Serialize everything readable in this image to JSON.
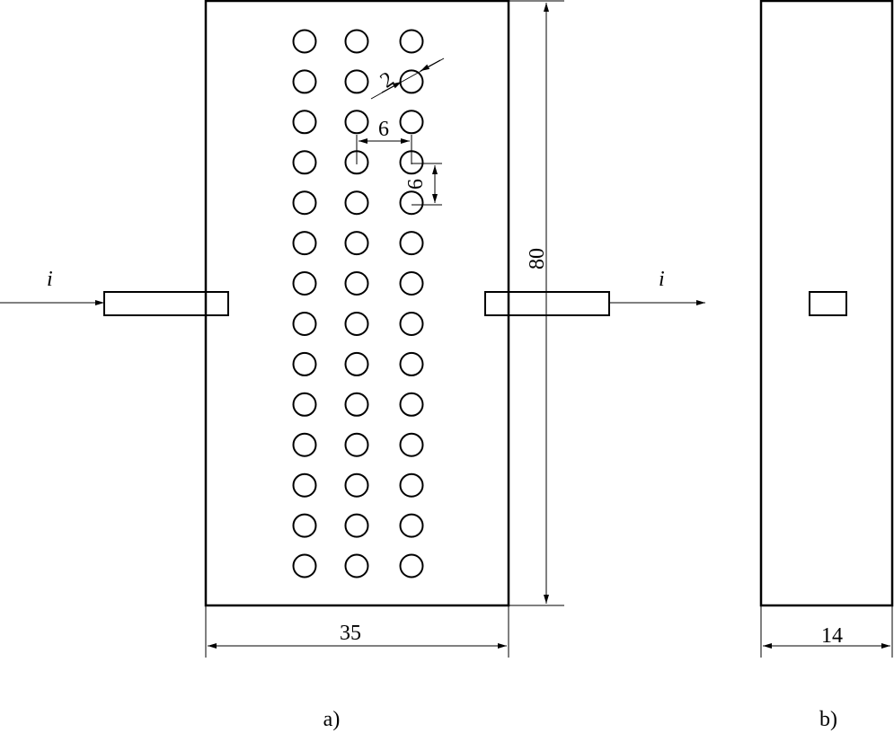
{
  "figure_a": {
    "hole_columns": 3,
    "hole_rows": 14,
    "dimensions": {
      "hole_diameter": "2",
      "hole_spacing_horizontal": "6",
      "hole_spacing_vertical": "6",
      "height": "80",
      "width": "35"
    },
    "current_in_label": "i",
    "current_out_label": "i",
    "caption": "a)"
  },
  "figure_b": {
    "thickness": "14",
    "caption": "b)"
  }
}
